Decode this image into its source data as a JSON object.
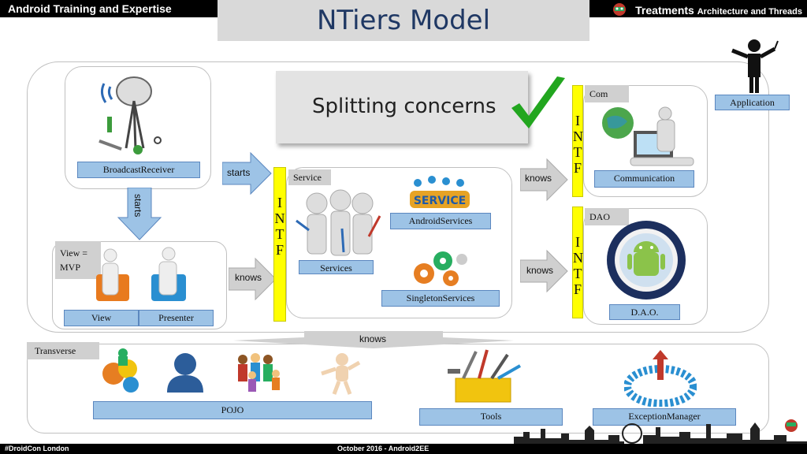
{
  "header": {
    "left_title": "Android Training and Expertise",
    "right_title": "Treatments",
    "right_subtitle": "Architecture and Threads",
    "main_title": "NTiers Model"
  },
  "footer": {
    "left": "#DroidCon London",
    "center": "October 2016 - Android2EE"
  },
  "diagram": {
    "splitting": "Splitting concerns",
    "application": "Application",
    "broadcast_receiver": "BroadcastReceiver",
    "view_mvp": [
      "View =",
      "MVP"
    ],
    "view": "View",
    "presenter": "Presenter",
    "service_tag": "Service",
    "services": "Services",
    "android_services": "AndroidServices",
    "singleton_services": "SingletonServices",
    "com_tag": "Com",
    "communication": "Communication",
    "dao_tag": "DAO",
    "dao": "D.A.O.",
    "transverse": "Transverse",
    "pojo": "POJO",
    "tools": "Tools",
    "exception_manager": "ExceptionManager",
    "intf_letters": [
      "I",
      "N",
      "T",
      "F"
    ],
    "arrow_starts_down": "starts",
    "arrow_starts_right": "starts",
    "arrow_knows_1": "knows",
    "arrow_knows_2": "knows",
    "arrow_knows_3": "knows",
    "arrow_knows_4": "knows"
  }
}
